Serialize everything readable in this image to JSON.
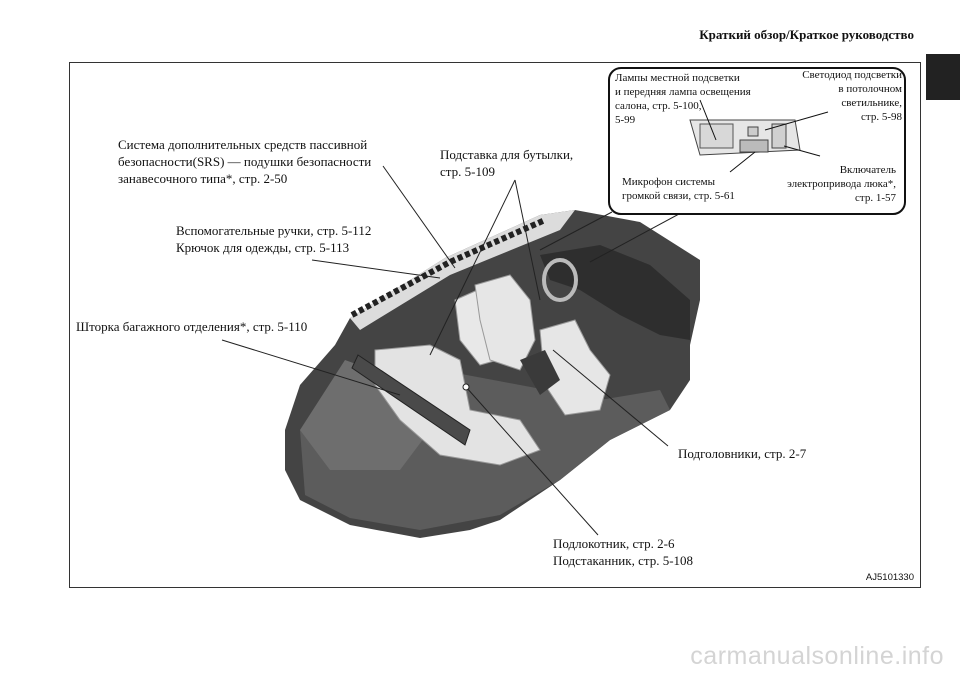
{
  "header": {
    "title": "Краткий обзор/Краткое руководство"
  },
  "figure": {
    "code": "AJ5101330",
    "callouts": {
      "srs": "Система дополнительных средств пассивной\nбезопасности(SRS) — подушки безопасности\nзанавесочного типа*, стр. 2-50",
      "bottle": "Подставка для бутылки,\nстр. 5-109",
      "grips": "Вспомогательные ручки, стр. 5-112\nКрючок для одежды, стр. 5-113",
      "cover": "Шторка багажного отделения*, стр. 5-110",
      "headrests": "Подголовники, стр. 2-7",
      "armrest": "Подлокотник, стр. 2-6\nПодстаканник, стр. 5-108"
    },
    "inset": {
      "lamps": "Лампы местной подсветки\nи передняя лампа освещения\nсалона, стр. 5-100,\n5-99",
      "led": "Светодиод подсветки\nв потолочном\nсветильнике,\nстр. 5-98",
      "mic": "Микрофон системы\nгромкой связи, стр. 5-61",
      "sunroof": "Включатель\nэлектропривода люка*,\nстр. 1-57"
    }
  },
  "watermark": "carmanualsonline.info",
  "colors": {
    "body_dark": "#3a3a3a",
    "body_mid": "#7a7a7a",
    "seat": "#e2e2e2",
    "floor": "#555555"
  }
}
